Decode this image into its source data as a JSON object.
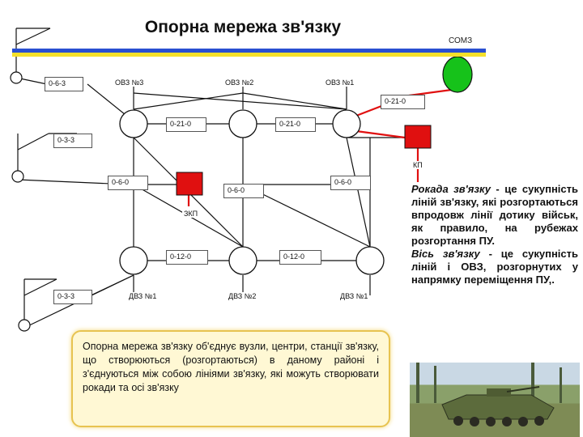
{
  "title": "Опорна мережа зв'язку",
  "top_right_label": "СОМЗ",
  "colors": {
    "node_green": "#16c21a",
    "node_red": "#e01010",
    "red_line": "#e01010",
    "flag_blue": "#2a4fd1",
    "flag_yellow": "#f5e02a",
    "callout_bg": "#fff8d4",
    "callout_border": "#e7c350"
  },
  "labels": {
    "row1_left": "0-6-3",
    "ovz3": "ОВЗ №3",
    "ovz2": "ОВЗ №2",
    "ovz1": "ОВЗ №1",
    "r0210_right": "0-21-0",
    "r0210_mid_left": "0-21-0",
    "r0210_mid_right": "0-21-0",
    "r033_upper": "0-3-3",
    "kp": "КП",
    "r060_left": "0-6-0",
    "r060_mid": "0-6-0",
    "r060_right": "0-6-0",
    "zkp": "ЗКП",
    "r0120_left": "0-12-0",
    "r0120_right": "0-12-0",
    "r033_lower": "0-3-3",
    "dvz1_left": "ДВЗ №1",
    "dvz2": "ДВЗ №2",
    "dvz1_right": "ДВЗ №1"
  },
  "right_text": {
    "p1_term": "Рокада зв'язку",
    "p1_body": " - це сукупність ліній зв'язку, які розгортаються впродовж лінії дотику військ, як правило, на рубежах розгортання ПУ.",
    "p2_term": "Вісь зв'язку",
    "p2_body": " - це сукупність ліній і ОВЗ, розгорнутих у напрямку переміщення ПУ,."
  },
  "callout_text": "Опорна мережа зв'язку об'єднує вузли, центри, станції зв'язку, що створюються (розгортаються) в даному районі і з'єднуються між собою лініями зв'язку, які можуть створювати рокади та осі зв'язку"
}
